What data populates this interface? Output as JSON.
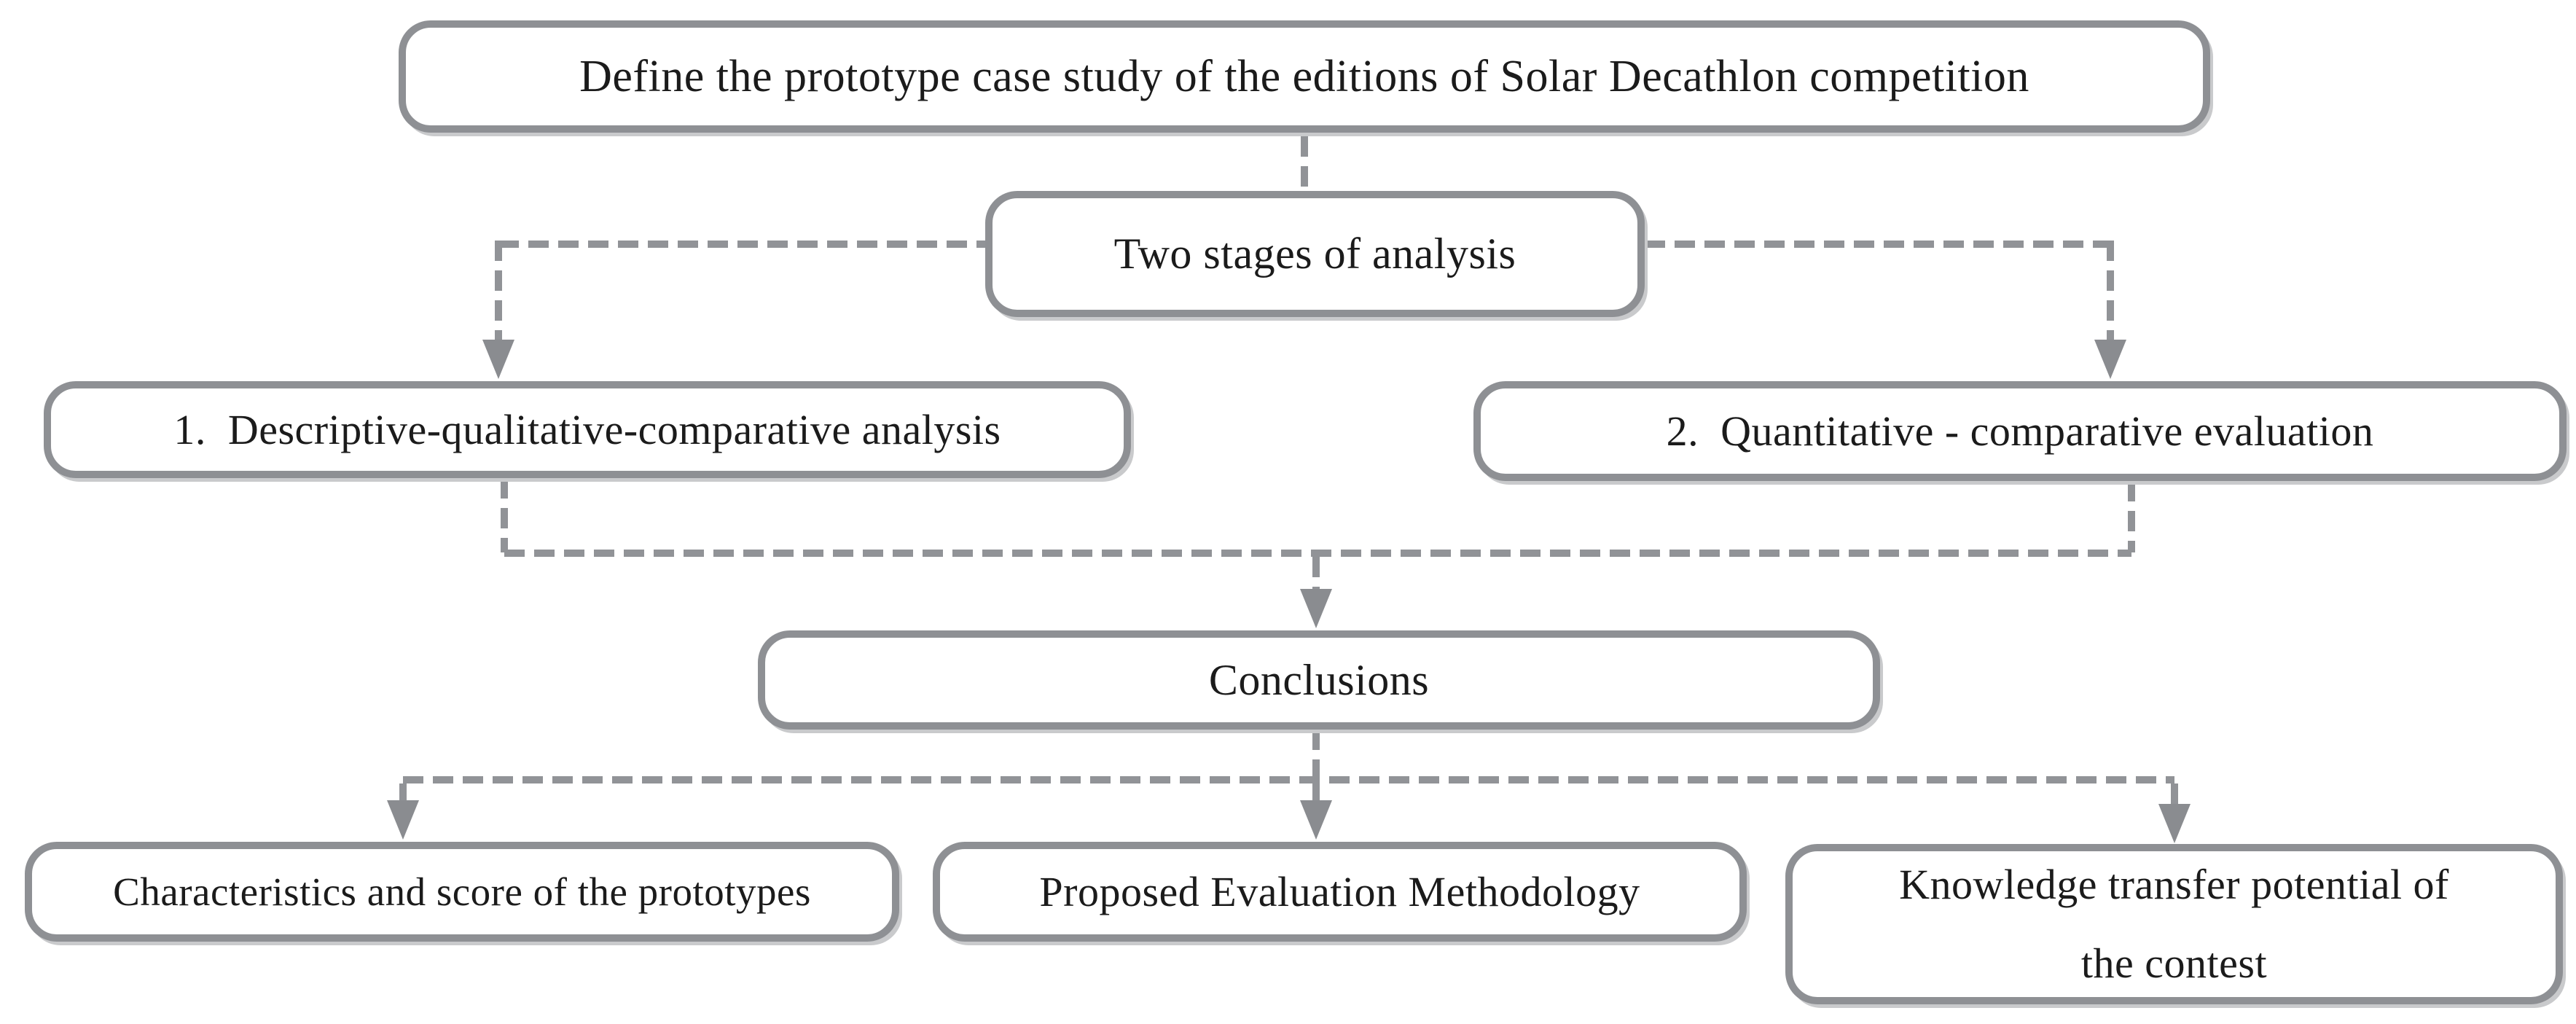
{
  "figure": {
    "type": "flowchart",
    "background": "#ffffff",
    "colors": {
      "box_border": "#8e9094",
      "connector": "#919397",
      "arrowhead": "#8a8c90",
      "text": "#1b1b1b"
    },
    "nodes": {
      "define": {
        "label": "Define the prototype case study of the editions of Solar Decathlon competition"
      },
      "two_stages": {
        "label": "Two stages of analysis"
      },
      "qualitative": {
        "label": "1.  Descriptive-qualitative-comparative analysis"
      },
      "quantitative": {
        "label": "2.  Quantitative - comparative evaluation"
      },
      "conclusions": {
        "label": "Conclusions"
      },
      "characteristics": {
        "label": "Characteristics and score of the prototypes"
      },
      "methodology": {
        "label": "Proposed Evaluation Methodology"
      },
      "knowledge": {
        "label": "Knowledge transfer potential of\nthe contest"
      }
    },
    "edges": [
      "define -> two_stages",
      "two_stages -> qualitative",
      "two_stages -> quantitative",
      "qualitative -> conclusions",
      "quantitative -> conclusions",
      "conclusions -> characteristics",
      "conclusions -> methodology",
      "conclusions -> knowledge"
    ]
  }
}
